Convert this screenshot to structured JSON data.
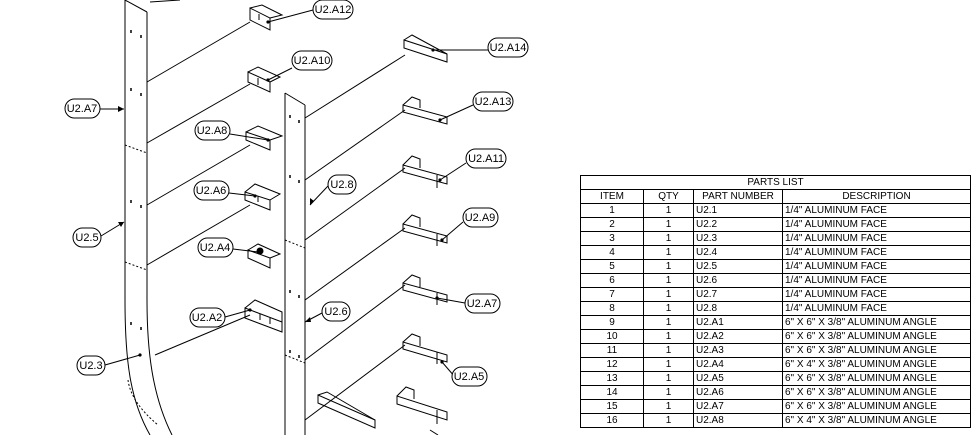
{
  "callouts": [
    {
      "id": "a12",
      "label": "U2.A12"
    },
    {
      "id": "a10",
      "label": "U2.A10"
    },
    {
      "id": "a14",
      "label": "U2.A14"
    },
    {
      "id": "a7left",
      "label": "U2.A7"
    },
    {
      "id": "a13",
      "label": "U2.A13"
    },
    {
      "id": "a8",
      "label": "U2.A8"
    },
    {
      "id": "a11",
      "label": "U2.A11"
    },
    {
      "id": "u28",
      "label": "U2.8"
    },
    {
      "id": "a6",
      "label": "U2.A6"
    },
    {
      "id": "a9",
      "label": "U2.A9"
    },
    {
      "id": "u25",
      "label": "U2.5"
    },
    {
      "id": "a4",
      "label": "U2.A4"
    },
    {
      "id": "a7right",
      "label": "U2.A7"
    },
    {
      "id": "a2",
      "label": "U2.A2"
    },
    {
      "id": "u26",
      "label": "U2.6"
    },
    {
      "id": "u23",
      "label": "U2.3"
    },
    {
      "id": "a5",
      "label": "U2.A5"
    }
  ],
  "parts_list": {
    "title": "PARTS LIST",
    "headers": [
      "ITEM",
      "QTY",
      "PART NUMBER",
      "DESCRIPTION"
    ],
    "rows": [
      [
        "1",
        "1",
        "U2.1",
        "1/4\" ALUMINUM FACE"
      ],
      [
        "2",
        "1",
        "U2.2",
        "1/4\" ALUMINUM FACE"
      ],
      [
        "3",
        "1",
        "U2.3",
        "1/4\" ALUMINUM FACE"
      ],
      [
        "4",
        "1",
        "U2.4",
        "1/4\" ALUMINUM FACE"
      ],
      [
        "5",
        "1",
        "U2.5",
        "1/4\" ALUMINUM FACE"
      ],
      [
        "6",
        "1",
        "U2.6",
        "1/4\" ALUMINUM FACE"
      ],
      [
        "7",
        "1",
        "U2.7",
        "1/4\" ALUMINUM FACE"
      ],
      [
        "8",
        "1",
        "U2.8",
        "1/4\" ALUMINUM FACE"
      ],
      [
        "9",
        "1",
        "U2.A1",
        "6\" X 6\" X 3/8\" ALUMINUM ANGLE"
      ],
      [
        "10",
        "1",
        "U2.A2",
        "6\" X 6\" X 3/8\" ALUMINUM ANGLE"
      ],
      [
        "11",
        "1",
        "U2.A3",
        "6\" X 6\" X 3/8\" ALUMINUM ANGLE"
      ],
      [
        "12",
        "1",
        "U2.A4",
        "6\" X 4\" X 3/8\" ALUMINUM ANGLE"
      ],
      [
        "13",
        "1",
        "U2.A5",
        "6\" X 6\" X 3/8\" ALUMINUM ANGLE"
      ],
      [
        "14",
        "1",
        "U2.A6",
        "6\" X 6\" X 3/8\" ALUMINUM ANGLE"
      ],
      [
        "15",
        "1",
        "U2.A7",
        "6\" X 6\" X 3/8\" ALUMINUM ANGLE"
      ],
      [
        "16",
        "1",
        "U2.A8",
        "6\" X 4\" X 3/8\" ALUMINUM ANGLE"
      ]
    ]
  }
}
